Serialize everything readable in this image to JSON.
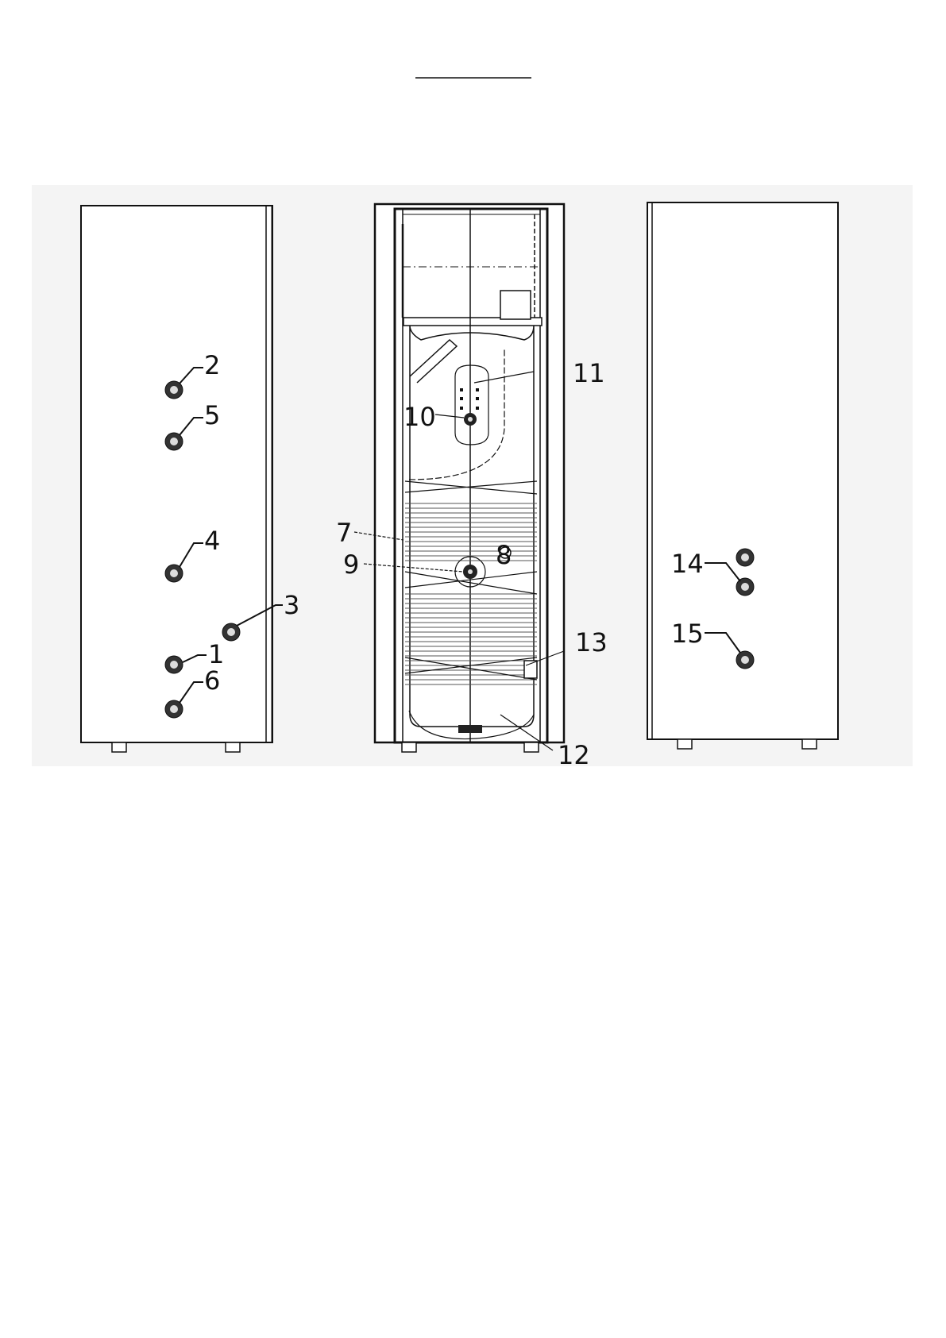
{
  "figure": {
    "views": [
      "left-side-view",
      "cutaway-view",
      "right-side-view"
    ],
    "callouts": {
      "c1": "1",
      "c2": "2",
      "c3": "3",
      "c4": "4",
      "c5": "5",
      "c6": "6",
      "c7": "7",
      "c8": "8",
      "c9": "9",
      "c10": "10",
      "c11": "11",
      "c12": "12",
      "c13": "13",
      "c14": "14",
      "c15": "15"
    }
  }
}
